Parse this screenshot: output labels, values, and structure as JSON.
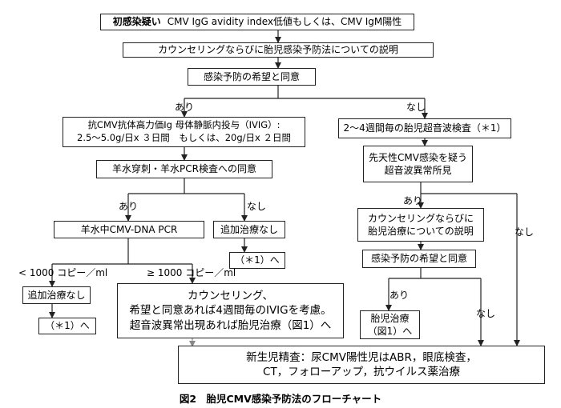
{
  "nodes": {
    "suspect": {
      "bold": "初感染疑い",
      "text": "CMV IgG avidity index低値もしくは、CMV IgM陽性"
    },
    "counsel_prevention": "カウンセリングならびに胎児感染予防法についての説明",
    "consent_1": "感染予防の希望と同意",
    "ivig": {
      "line1": "抗CMV抗体高力価Ig 母体静脈内投与（IVIG）:",
      "line2": "2.5～5.0g/日x ３日間　もしくは、20g/日x ２日間"
    },
    "amnio_consent": "羊水穿刺・羊水PCR検査への同意",
    "amnio_pcr": "羊水中CMV-DNA PCR",
    "no_additional_1": "追加治療なし",
    "ref_1a": "（＊1）へ",
    "no_additional_2": "追加治療なし",
    "ref_1b": "（＊1）へ",
    "high_copy_action": {
      "line1": "カウンセリング、",
      "line2": "希望と同意あれば4週間毎のIVIGを考慮。",
      "line3": "超音波異常出現あれば胎児治療（図1）へ"
    },
    "ultrasound": "2～4週間毎の胎児超音波検査（＊1）",
    "congenital_finding": {
      "line1": "先天性CMV感染を疑う",
      "line2": "超音波異常所見"
    },
    "fetal_counsel": {
      "line1": "カウンセリングならびに",
      "line2": "胎児治療についての説明"
    },
    "consent_2": "感染予防の希望と同意",
    "fetal_treatment": {
      "line1": "胎児治療",
      "line2": "（図1）へ"
    },
    "newborn": {
      "line1": "新生児精査：尿CMV陽性児はABR，眼底検査，",
      "line2": "CT，フォローアップ，抗ウイルス薬治療"
    }
  },
  "edge_labels": {
    "yes_main": "あり",
    "no_main": "なし",
    "yes_amnio": "あり",
    "no_amnio": "なし",
    "low_copy": "< 1000 コピー／ml",
    "high_copy": "≥ 1000 コピー／ml",
    "yes_ultrasound": "あり",
    "no_ultrasound": "なし",
    "yes_consent2": "あり",
    "no_consent2": "なし"
  },
  "caption": "図2　胎児CMV感染予防法のフローチャート"
}
